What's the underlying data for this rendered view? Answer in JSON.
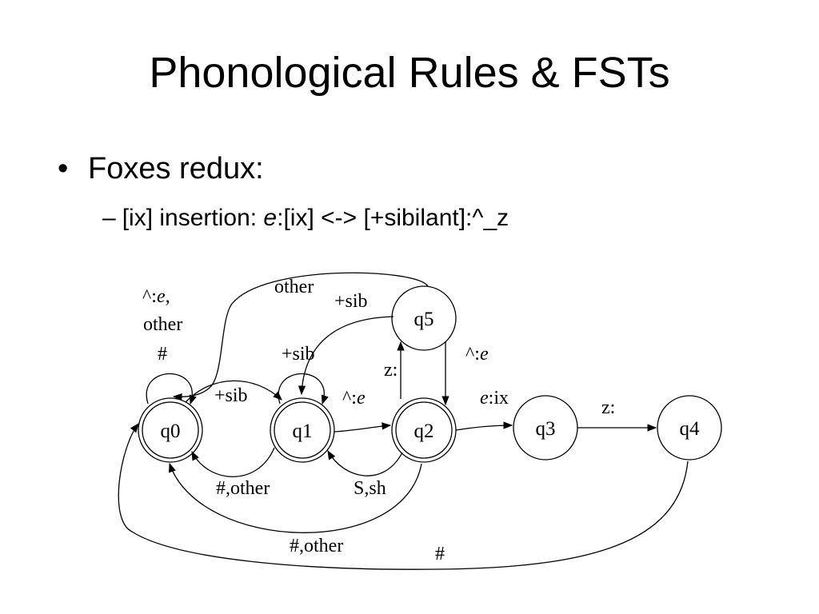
{
  "slide": {
    "title": "Phonological Rules & FSTs",
    "bullet_mark": "•",
    "bullet_1": "Foxes redux:",
    "sub_dash": "–",
    "sub_bullet": {
      "prefix": "[ix] insertion: ",
      "italic": "e",
      "suffix": ":[ix] <-> [+sibilant]:^_z"
    }
  },
  "diagram": {
    "states": {
      "q0": "q0",
      "q1": "q1",
      "q2": "q2",
      "q3": "q3",
      "q4": "q4",
      "q5": "q5"
    },
    "final_states": [
      "q0",
      "q1",
      "q2"
    ],
    "edge_labels": {
      "q0_loop_1": "^:",
      "q0_loop_1_italic": "e",
      "q0_loop_1_comma": ",",
      "q0_loop_2": "other",
      "q0_loop_3": "#",
      "q5_to_q0": "other",
      "q5_to_q1": "+sib",
      "q1_loop": "+sib",
      "q0_to_q1": "+sib",
      "q1_to_q2_prefix": "^:",
      "q1_to_q2_italic": "e",
      "q2_to_q5": "z:",
      "q5_to_q2_prefix": "^:",
      "q5_to_q2_italic": "e",
      "q2_to_q3_italic": "e",
      "q2_to_q3_suffix": ":ix",
      "q3_to_q4": "z:",
      "q1_to_q0": "#,other",
      "q2_to_q1": "S,sh",
      "q2_to_q0": "#,other",
      "q4_to_q0": "#"
    }
  }
}
